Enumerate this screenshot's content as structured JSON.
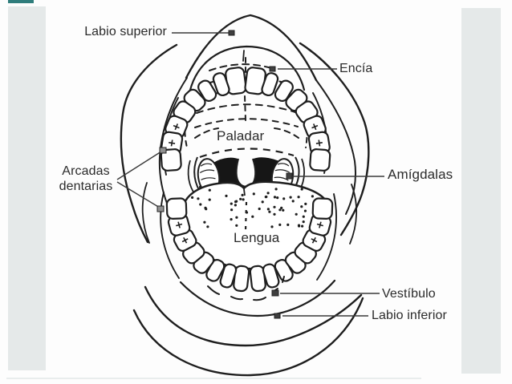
{
  "diagram": {
    "subject": "open mouth anatomy (Spanish)",
    "labels": {
      "labio_superior": "Labio superior",
      "encia": "Encía",
      "paladar": "Paladar",
      "arcadas_dentarias": "Arcadas dentarias",
      "amigdalas": "Amígdalas",
      "lengua": "Lengua",
      "vestibulo": "Vestíbulo",
      "labio_inferior": "Labio inferior"
    },
    "colors": {
      "background": "#fdfdfd",
      "side_panels": "#e5e9e9",
      "line_ink": "#1e1e1e",
      "label_text": "#2b2b2b",
      "marker_dark": "#3f3f3f",
      "marker_gray": "#909090",
      "throat_fill": "#161616",
      "top_accent": "#2f7d7c"
    }
  }
}
